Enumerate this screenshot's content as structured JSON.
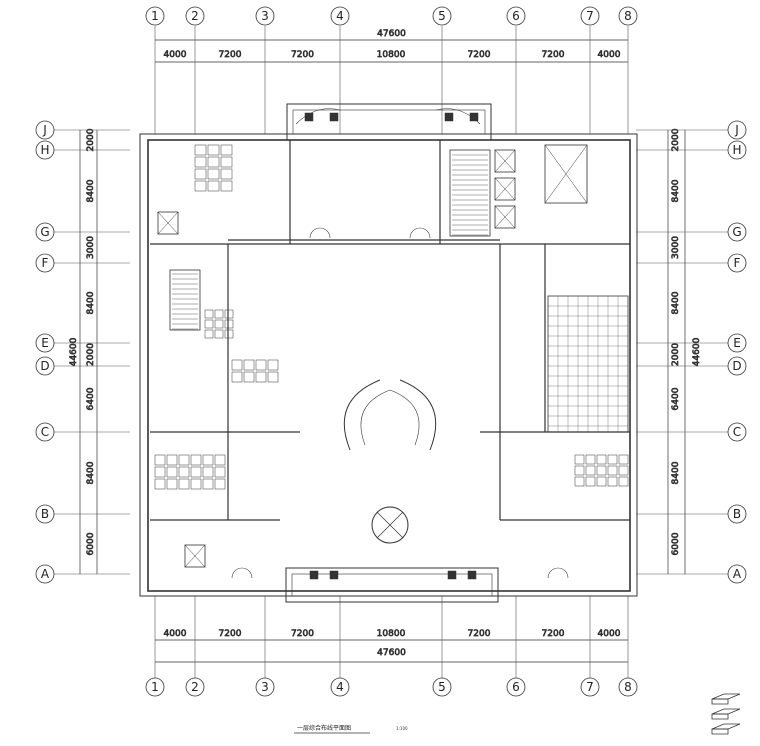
{
  "drawing": {
    "title": "一层综合布线平面图",
    "scale": "1:100"
  },
  "axes": {
    "columns": [
      "1",
      "2",
      "3",
      "4",
      "5",
      "6",
      "7",
      "8"
    ],
    "rows": [
      "J",
      "H",
      "G",
      "F",
      "E",
      "D",
      "C",
      "B",
      "A"
    ]
  },
  "dimensions": {
    "top_segments": [
      "4000",
      "7200",
      "7200",
      "10800",
      "7200",
      "7200",
      "4000"
    ],
    "top_total": "47600",
    "bottom_segments": [
      "4000",
      "7200",
      "7200",
      "10800",
      "7200",
      "7200",
      "4000"
    ],
    "bottom_total": "47600",
    "left_segments": [
      "2000",
      "8400",
      "3000",
      "8400",
      "2000",
      "6400",
      "8400",
      "6000"
    ],
    "left_total": "44600",
    "right_segments": [
      "2000",
      "8400",
      "3000",
      "8400",
      "2000",
      "6400",
      "8400",
      "6000"
    ],
    "right_total": "44600"
  },
  "legend": {
    "items": [
      "",
      "",
      ""
    ]
  }
}
